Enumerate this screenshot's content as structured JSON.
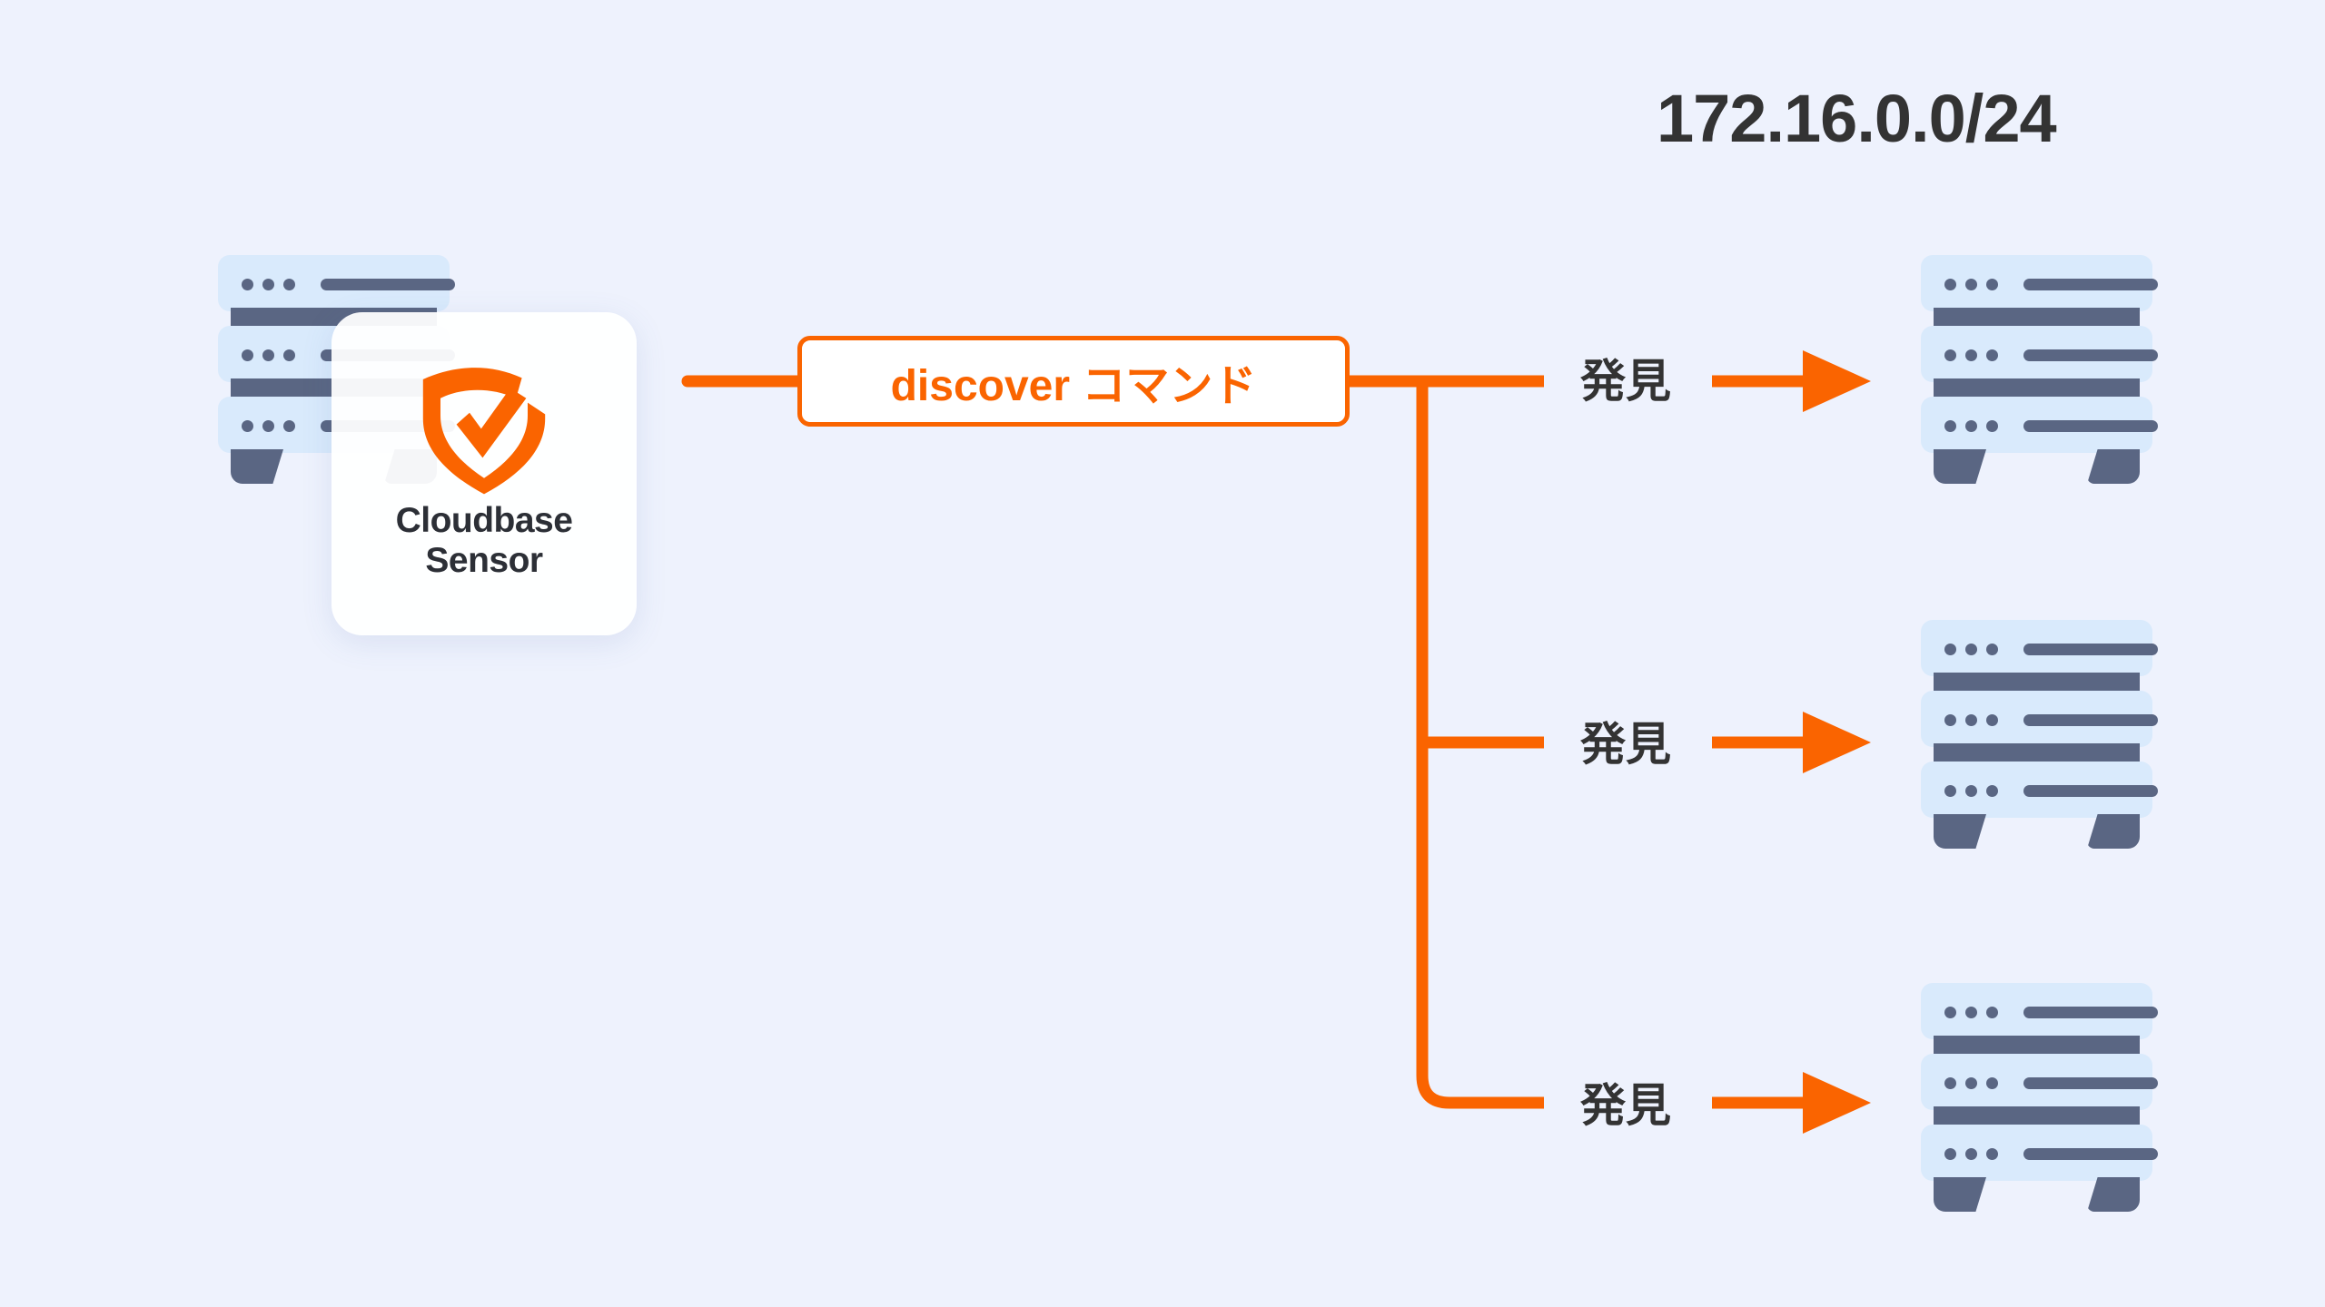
{
  "diagram": {
    "title_cidr": "172.16.0.0/24",
    "background_color": "#eef2fd",
    "accent_color": "#fa6400",
    "server_color": "#5a6683",
    "server_panel_color": "#d9eafc",
    "text_color": "#333333"
  },
  "sensor": {
    "name_line1": "Cloudbase",
    "name_line2": "Sensor",
    "logo_icon": "shield-check-icon"
  },
  "command": {
    "label": "discover コマンド"
  },
  "branches": [
    {
      "label": "発見",
      "arrow_icon": "arrow-right-icon",
      "target": "server-rack"
    },
    {
      "label": "発見",
      "arrow_icon": "arrow-right-icon",
      "target": "server-rack"
    },
    {
      "label": "発見",
      "arrow_icon": "arrow-right-icon",
      "target": "server-rack"
    }
  ],
  "servers": {
    "source_label": "server-rack-source",
    "target_labels": [
      "server-rack-1",
      "server-rack-2",
      "server-rack-3"
    ]
  }
}
